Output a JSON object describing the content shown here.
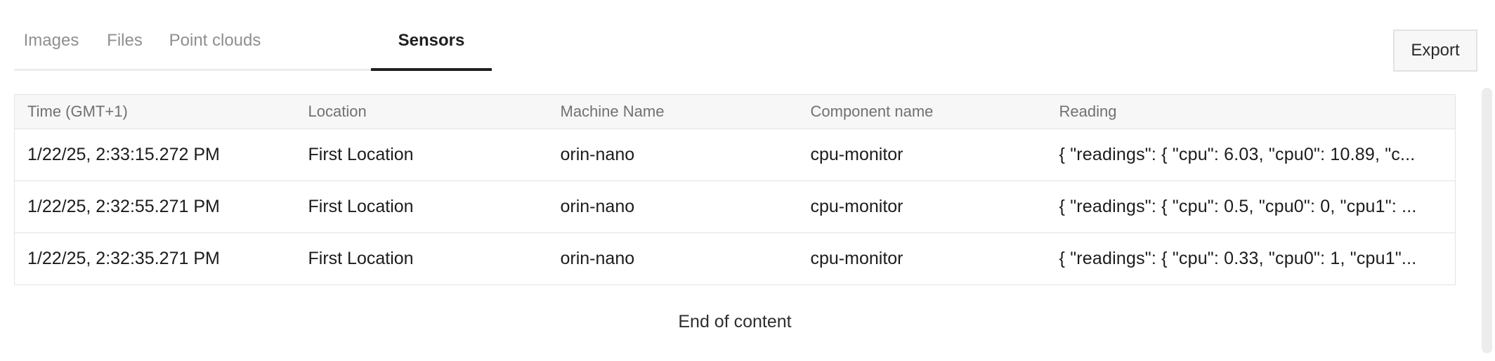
{
  "tabs": [
    {
      "label": "Images",
      "active": false
    },
    {
      "label": "Files",
      "active": false
    },
    {
      "label": "Point clouds",
      "active": false
    },
    {
      "label": "Sensors",
      "active": true
    }
  ],
  "export_button": {
    "label": "Export"
  },
  "table": {
    "columns": [
      "Time (GMT+1)",
      "Location",
      "Machine Name",
      "Component name",
      "Reading"
    ],
    "rows": [
      {
        "time": "1/22/25, 2:33:15.272 PM",
        "location": "First Location",
        "machine": "orin-nano",
        "component": "cpu-monitor",
        "reading": "{ \"readings\": { \"cpu\": 6.03, \"cpu0\": 10.89, \"c..."
      },
      {
        "time": "1/22/25, 2:32:55.271 PM",
        "location": "First Location",
        "machine": "orin-nano",
        "component": "cpu-monitor",
        "reading": "{ \"readings\": { \"cpu\": 0.5, \"cpu0\": 0, \"cpu1\": ..."
      },
      {
        "time": "1/22/25, 2:32:35.271 PM",
        "location": "First Location",
        "machine": "orin-nano",
        "component": "cpu-monitor",
        "reading": "{ \"readings\": { \"cpu\": 0.33, \"cpu0\": 1, \"cpu1\"..."
      }
    ]
  },
  "footer": {
    "end_of_content": "End of content"
  },
  "colors": {
    "active_tab": "#1f1f1f",
    "inactive_tab": "#8f8f90",
    "active_tab_underline": "#1f1f1f",
    "tab_underline": "#ececec",
    "table_border": "#e3e3e3",
    "header_bg": "#f7f7f8",
    "header_text": "#717175",
    "body_text": "#1c1c1e",
    "button_bg": "#f7f7f7",
    "button_border": "#e2e2e2",
    "scrollbar": "#ececec"
  }
}
